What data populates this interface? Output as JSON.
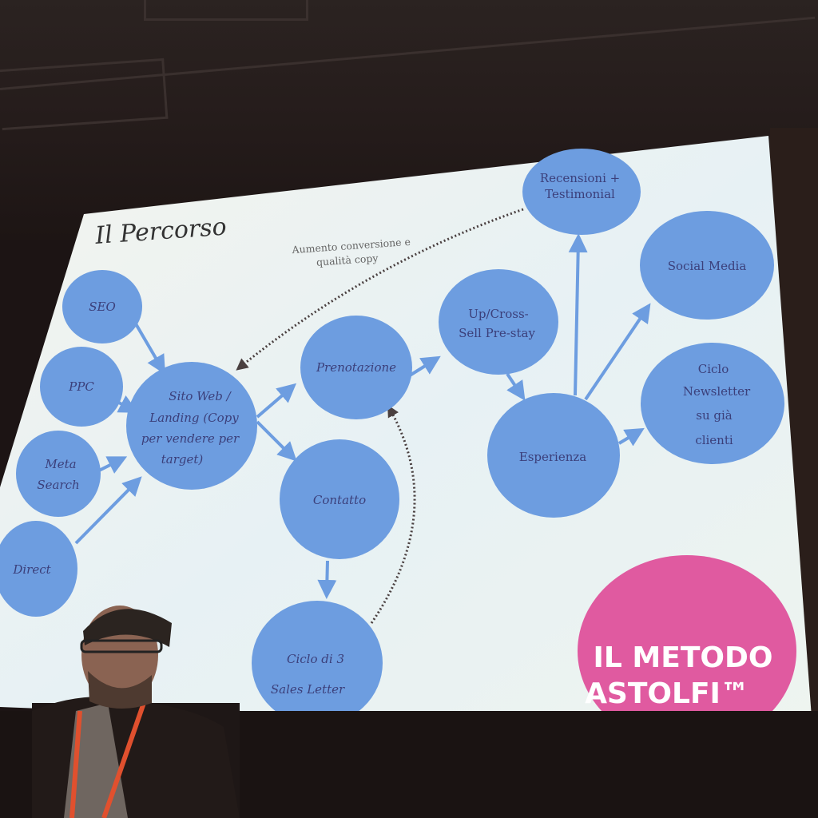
{
  "slide": {
    "title": "Il Percorso",
    "annotation_line1": "Aumento conversione e",
    "annotation_line2": "qualità copy",
    "nodes": {
      "seo": "SEO",
      "ppc": "PPC",
      "meta_line1": "Meta",
      "meta_line2": "Search",
      "direct": "Direct",
      "sito_line1": "Sito Web /",
      "sito_line2": "Landing (Copy",
      "sito_line3": "per vendere per",
      "sito_line4": "target)",
      "prenotazione": "Prenotazione",
      "contatto": "Contatto",
      "ciclo3_line1": "Ciclo di 3",
      "ciclo3_line2": "Sales Letter",
      "upcross_line1": "Up/Cross-",
      "upcross_line2": "Sell Pre-stay",
      "esperienza": "Esperienza",
      "recensioni_line1": "Recensioni +",
      "recensioni_line2": "Testimonial",
      "social": "Social Media",
      "newsletter_line1": "Ciclo",
      "newsletter_line2": "Newsletter",
      "newsletter_line3": "su già",
      "newsletter_line4": "clienti"
    },
    "badge_line1": "IL METODO",
    "badge_line2": "ASTOLFI™",
    "colors": {
      "node_fill": "#6d9de0",
      "node_text": "#3b3f7a",
      "badge_fill": "#e05aa0",
      "slide_bg": "#eef4f2"
    }
  }
}
